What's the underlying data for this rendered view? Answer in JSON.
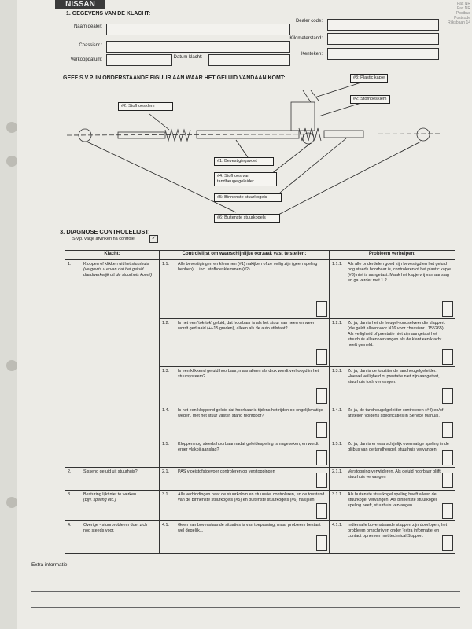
{
  "logo": "NISSAN",
  "corner": {
    "l1": "Fax NR",
    "l2": "Fax NR",
    "l3": "Postbus",
    "l4": "Postcode",
    "l5": "Rijksbaan 14"
  },
  "section1": {
    "title": "1. GEGEVENS VAN DE KLACHT:",
    "naam_dealer": "Naam dealer:",
    "chassisnr": "Chassisnr.:",
    "verkoopdatum": "Verkoopdatum:",
    "datum_klacht": "Datum klacht:",
    "dealer_code": "Dealer code:",
    "kilometerstand": "Kilometerstand:",
    "kenteken": "Kenteken:"
  },
  "section2": {
    "title": "GEEF S.V.P. IN ONDERSTAANDE FIGUUR AAN WAAR HET GELUID VANDAAN KOMT:",
    "callouts": {
      "c3": "#3: Plastic kapje",
      "c2": "#2: Stofhoesklem",
      "c7": "#2: Stofhoesklem",
      "c1": "#1: Bevestigingsvoet",
      "c4": "#4: Stofhoes van tandheugelgeleider",
      "c5": "#5: Binnenste stuurkogels",
      "c6": "#6: Buitenste stuurkogels"
    }
  },
  "section3": {
    "title": "3. DIAGNOSE CONTROLELIJST:",
    "sub": "S.v.p. vakje afvinken na controle",
    "check": "✓",
    "headers": {
      "klacht": "Klacht:",
      "controle": "Controlelijst om waarschijnlijke oorzaak vast te stellen:",
      "probleem": "Probleem verhelpen:"
    },
    "rows": [
      {
        "num": "1.",
        "klacht": "Kloppen of klikken uit het stuurhuis",
        "klacht_note": "(vergewis u ervan dat het geluid daadwerkelijk uit de stuurhuis komt!)",
        "checks": [
          {
            "n": "1.1.",
            "t": "Alle bevestigingen en klemmen (#1) nakijken of ze veilig zijn (geen speling hebben) ... incl. stofhoesklemmen (#2)",
            "fn": "1.1.1.",
            "f": "Als alle onderdelen goed zijn bevestigd en het geluid nog steeds hoorbaar is, controleren of het plastic kapje (#3) niet is aangetast. Maak het kapje vrij van aanslag en ga verder met 1.2."
          },
          {
            "n": "1.2.",
            "t": "Is het een 'tok-tok' geluid, dat hoorbaar is als het stuur van heen en weer wordt gedraaid (+/-15 graden), alleen als de auto stilstaat?",
            "fn": "1.2.1.",
            "f": "Zo ja, dan is het de heugel-rondselveer die klappert. (die geldt alleen voor N16 voor chassisnr.: 155265). Als veiligheid of prestatie niet zijn aangetast het stuurhuis alleen vervangen als de klant een klacht heeft gemeld."
          },
          {
            "n": "1.3.",
            "t": "Is een klikkend geluid hoorbaar, maar alleen als druk wordt verhoogd in het stuursysteem?",
            "fn": "1.3.1.",
            "f": "Zo ja, dan is de losztitende tandheugelgeleider. Hoewel veiligheid of prestatie niet zijn aangetast, stuurhuis toch vervangen."
          },
          {
            "n": "1.4.",
            "t": "Is het een kloppend geluid dat hoorbaar is tijdens het rijden op ongelijkmatige wegen, met het stuur vast in stand rechtdoor?",
            "fn": "1.4.1.",
            "f": "Zo ja, de tandheugelgeleider controleren (#4) en/of afstellen volgens specificaties in Service Manual."
          },
          {
            "n": "1.5.",
            "t": "Kloppen nog steeds hoorbaar nadat geleidespeling is nagekeken, en wordt erger vlakbij aanslag?",
            "fn": "1.5.1.",
            "f": "Zo ja, dan is er waarschijnlijk overmatige speling in de glijbus van de tandheugel, stuurhuis vervangen."
          }
        ]
      },
      {
        "num": "2.",
        "klacht": "Sissend geluid uit stuurhuis?",
        "klacht_note": "",
        "checks": [
          {
            "n": "2.1.",
            "t": "PAS vloeistofstoevoer controleren op verstoppingen",
            "fn": "2.1.1.",
            "f": "Verstopping verwijderen. Als geluid hoorbaar blijft, stuurhuis vervangen"
          }
        ]
      },
      {
        "num": "3.",
        "klacht": "Besturing lijkt niet te werken",
        "klacht_note": "(bijv. speling etc.)",
        "checks": [
          {
            "n": "3.1.",
            "t": "Alle verbindingen naar de stuurkolom en stuurwiel controleren, en de toestand van de binnenste stuurkogels (#5) en buitenste stuurkogels (#6) nakijken.",
            "fn": "3.1.1.",
            "f": "Als buitenste stuurkogel speling heeft alleen de stuurkogel vervangen. Als binnenste stuurkogel speling heeft, stuurhuis vervangen."
          }
        ]
      },
      {
        "num": "4.",
        "klacht": "Overige - stuurprobleem doet zich nog steeds voor.",
        "klacht_note": "",
        "checks": [
          {
            "n": "4.1.",
            "t": "Geen van bovenstaande situaties is van toepassing, maar probleem bestaat wel degelijk...",
            "fn": "4.1.1.",
            "f": "Indien alle bovenstaande stappen zijn doorlopen, het probleem omschrijven onder 'extra informatie' en contact opnemen met technical Support."
          }
        ]
      }
    ]
  },
  "extra": "Extra informatie:"
}
